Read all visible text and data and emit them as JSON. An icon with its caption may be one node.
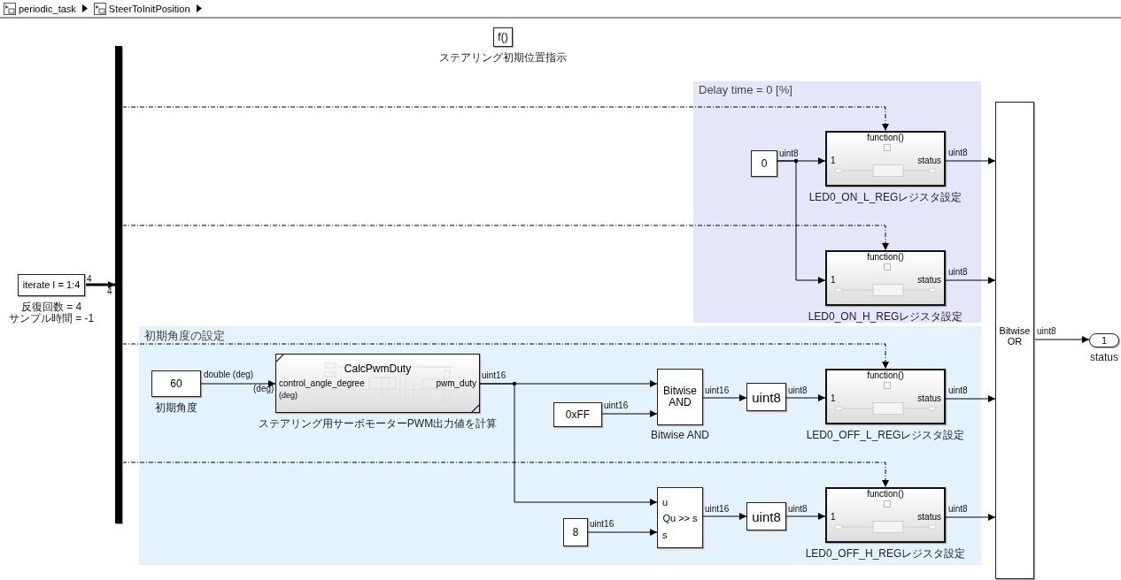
{
  "diagram": {
    "nodes": [
      {
        "text": [
          "Delay time = 0 [%]"
        ]
      },
      {
        "text": [
          "初期角度の設定"
        ]
      },
      {
        "text": [
          "f()"
        ],
        "beside": [
          "ステアリング初期位置指示"
        ]
      },
      {
        "text": [
          "iterate I = 1:4"
        ],
        "beside": [
          "反復回数 = 4",
          "サンプル時間 = -1"
        ]
      },
      {
        "text": [],
        "shape": "bar"
      },
      {
        "text": [
          "0"
        ],
        "in": 0
      },
      {
        "text": [
          "function()",
          "1",
          "status"
        ],
        "in": 0,
        "beside": [
          "LED0_ON_L_REGレジスタ設定"
        ]
      },
      {
        "text": [
          "function()",
          "1",
          "status"
        ],
        "in": 0,
        "beside": [
          "LED0_ON_H_REGレジスタ設定"
        ]
      },
      {
        "text": [
          "60"
        ],
        "in": 1,
        "beside": [
          "初期角度"
        ]
      },
      {
        "text": [
          "CalcPwmDuty",
          "control_angle_degree",
          "(deg)",
          "pwm_duty"
        ],
        "in": 1,
        "beside": [
          "ステアリング用サーボモーターPWM出力値を計算"
        ]
      },
      {
        "text": [
          "Bitwise AND"
        ],
        "in": 1,
        "beside": [
          "Bitwise AND"
        ]
      },
      {
        "text": [
          "0xFF"
        ],
        "in": 1
      },
      {
        "text": [
          "uint8"
        ],
        "in": 1
      },
      {
        "text": [
          "function()",
          "1",
          "status"
        ],
        "in": 1,
        "beside": [
          "LED0_OFF_L_REGレジスタ設定"
        ]
      },
      {
        "text": [
          "u",
          "Qu >> s",
          "s"
        ],
        "in": 1
      },
      {
        "text": [
          "8"
        ],
        "in": 1
      },
      {
        "text": [
          "uint8"
        ],
        "in": 1
      },
      {
        "text": [
          "function()",
          "1",
          "status"
        ],
        "in": 1,
        "beside": [
          "LED0_OFF_H_REGレジスタ設定"
        ]
      },
      {
        "text": [
          "Bitwise OR"
        ]
      },
      {
        "text": [
          "1"
        ],
        "beside": [
          "status"
        ]
      }
    ],
    "edges": [
      {
        "from": 3,
        "to": 4,
        "arrow": "to",
        "label": "4",
        "style": "thick"
      },
      {
        "from": 4,
        "to": 6,
        "arrow": "to",
        "style": "dashed"
      },
      {
        "from": 4,
        "to": 7,
        "arrow": "to",
        "style": "dashed"
      },
      {
        "from": 4,
        "to": 13,
        "arrow": "to",
        "style": "dashed"
      },
      {
        "from": 4,
        "to": 17,
        "arrow": "to",
        "style": "dashed"
      },
      {
        "from": 5,
        "to": 6,
        "arrow": "to",
        "label": "uint8"
      },
      {
        "from": 5,
        "to": 7,
        "arrow": "to"
      },
      {
        "from": 8,
        "to": 9,
        "arrow": "to",
        "label": "double (deg)"
      },
      {
        "from": 9,
        "to": 10,
        "arrow": "to",
        "label": "uint16"
      },
      {
        "from": 9,
        "to": 14,
        "arrow": "to"
      },
      {
        "from": 11,
        "to": 10,
        "arrow": "to",
        "label": "uint16"
      },
      {
        "from": 10,
        "to": 12,
        "arrow": "to",
        "label": "uint16"
      },
      {
        "from": 12,
        "to": 13,
        "arrow": "to",
        "label": "uint8"
      },
      {
        "from": 15,
        "to": 14,
        "arrow": "to",
        "label": "uint16"
      },
      {
        "from": 14,
        "to": 16,
        "arrow": "to",
        "label": "uint16"
      },
      {
        "from": 16,
        "to": 17,
        "arrow": "to",
        "label": "uint8"
      },
      {
        "from": 6,
        "to": 18,
        "arrow": "to",
        "label": "uint8"
      },
      {
        "from": 7,
        "to": 18,
        "arrow": "to",
        "label": "uint8"
      },
      {
        "from": 13,
        "to": 18,
        "arrow": "to",
        "label": "uint8"
      },
      {
        "from": 17,
        "to": 18,
        "arrow": "to",
        "label": "uint8"
      },
      {
        "from": 18,
        "to": 19,
        "arrow": "to",
        "label": "uint8"
      }
    ],
    "labels": [
      "periodic_task",
      "SteerToInitPosition",
      "4",
      "(deg)"
    ]
  }
}
